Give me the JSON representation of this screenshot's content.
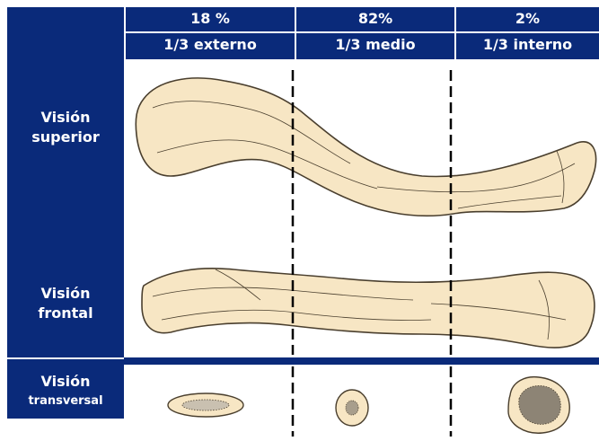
{
  "columns": [
    {
      "percent": "18 %",
      "section": "1/3 externo"
    },
    {
      "percent": "82%",
      "section": "1/3 medio"
    },
    {
      "percent": "2%",
      "section": "1/3 interno"
    }
  ],
  "rows": [
    {
      "line1": "Visión",
      "line2": "superior"
    },
    {
      "line1": "Visión",
      "line2": "frontal"
    },
    {
      "line1": "Visión",
      "line2": "transversal"
    }
  ],
  "colors": {
    "navy": "#0a2a7a",
    "bone_fill": "#f7e6c4",
    "bone_stroke": "#4a3f2e",
    "divider": "#000000"
  }
}
